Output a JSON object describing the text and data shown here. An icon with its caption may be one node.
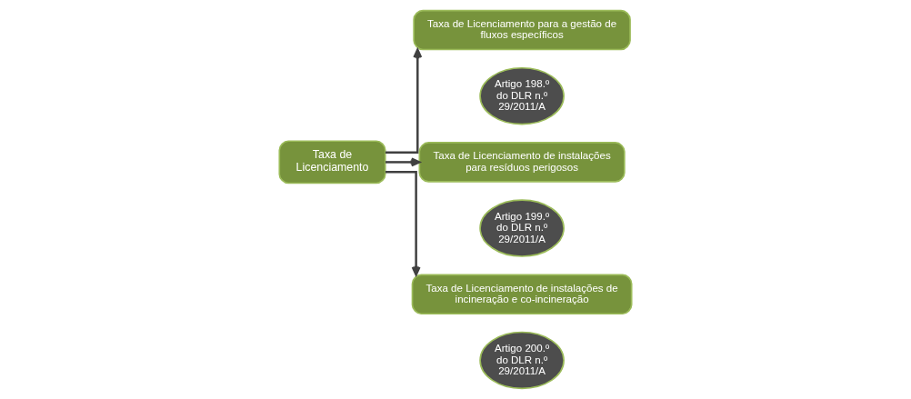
{
  "diagram": {
    "nodes": [
      {
        "text": [
          "Taxa de Licenciamento"
        ]
      },
      {
        "text": [
          "Taxa de Licenciamento para a gestão de fluxos específicos"
        ]
      },
      {
        "text": [
          "Taxa de Licenciamento de instalações para resíduos perigosos"
        ]
      },
      {
        "text": [
          "Taxa de Licenciamento de instalações de incineração e co-incineração"
        ]
      },
      {
        "text": [
          "Artigo 198.º do DLR n.º 29/2011/A"
        ]
      },
      {
        "text": [
          "Artigo 199.º do DLR n.º 29/2011/A"
        ]
      },
      {
        "text": [
          "Artigo 200.º do DLR n.º 29/2011/A"
        ]
      }
    ],
    "edges": [
      {
        "from": 0,
        "to": 1,
        "arrow": "to"
      },
      {
        "from": 0,
        "to": 2,
        "arrow": "to"
      },
      {
        "from": 0,
        "to": 3,
        "arrow": "to"
      }
    ]
  }
}
